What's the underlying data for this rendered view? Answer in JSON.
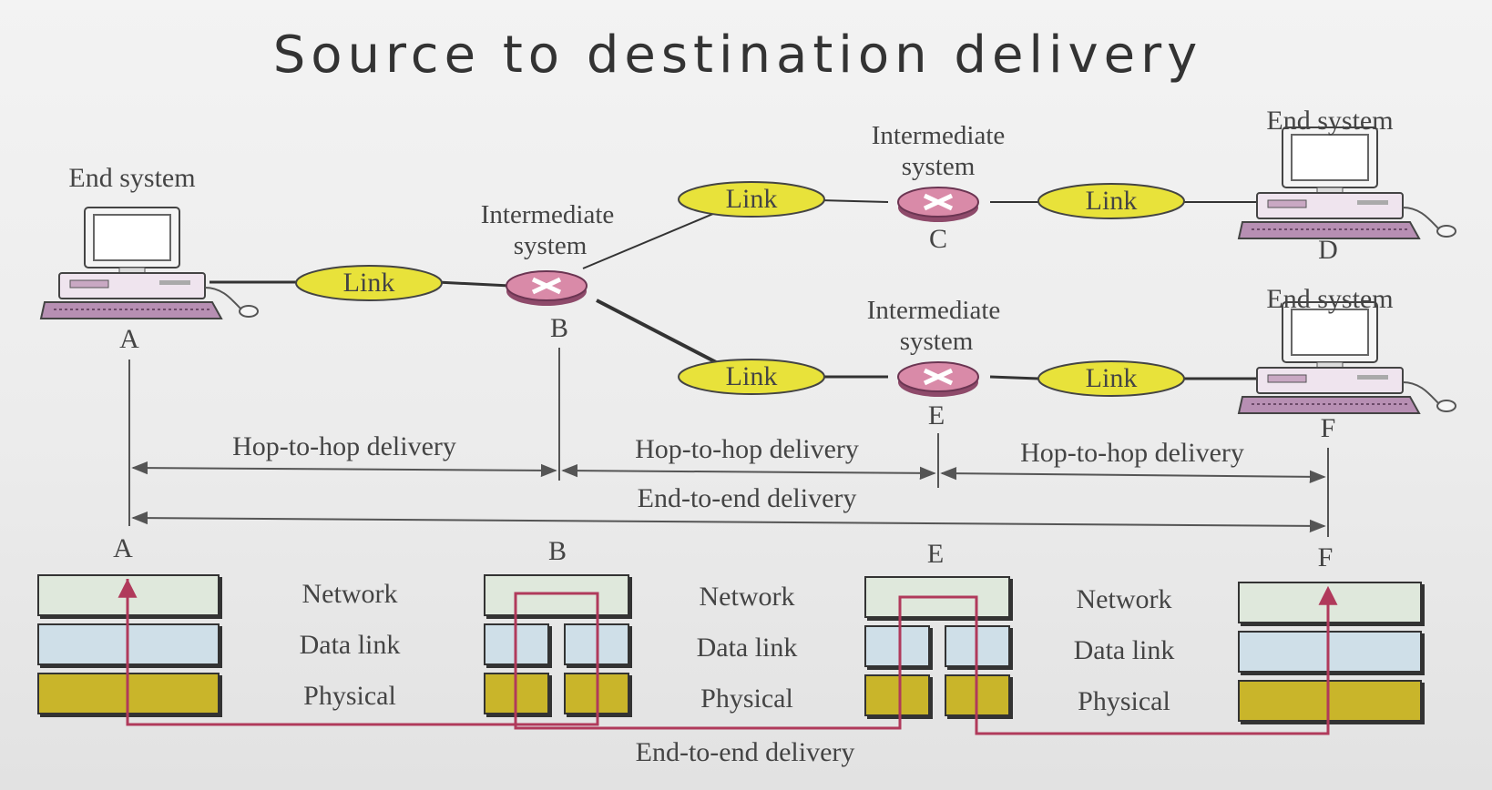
{
  "title": "Source to destination delivery",
  "end_system_label": "End system",
  "intermediate_system_line1": "Intermediate",
  "intermediate_system_line2": "system",
  "link_label": "Link",
  "nodes": {
    "a": "A",
    "b": "B",
    "c": "C",
    "d": "D",
    "e": "E",
    "f": "F"
  },
  "hop_label": "Hop-to-hop delivery",
  "end_to_end_label": "End-to-end delivery",
  "layers": {
    "network": "Network",
    "data_link": "Data link",
    "physical": "Physical"
  },
  "colors": {
    "link": "#e8e23a",
    "router": "#d98aa8",
    "network_layer": "#dfe8dc",
    "data_link_layer": "#cfdfe8",
    "physical_layer": "#c9b52a",
    "path": "#b03a5b"
  }
}
